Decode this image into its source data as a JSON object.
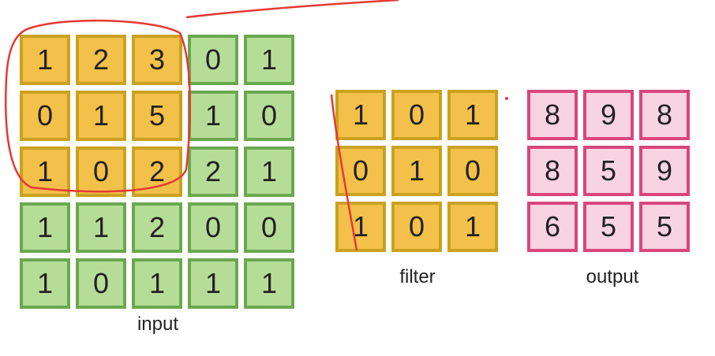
{
  "input": {
    "label": "input",
    "values": [
      [
        1,
        2,
        3,
        0,
        1
      ],
      [
        0,
        1,
        5,
        1,
        0
      ],
      [
        1,
        0,
        2,
        2,
        1
      ],
      [
        1,
        1,
        2,
        0,
        0
      ],
      [
        1,
        0,
        1,
        1,
        1
      ]
    ],
    "highlighted_rows": 3,
    "highlighted_cols": 3
  },
  "filter": {
    "label": "filter",
    "values": [
      [
        1,
        0,
        1
      ],
      [
        0,
        1,
        0
      ],
      [
        1,
        0,
        1
      ]
    ]
  },
  "output": {
    "label": "output",
    "values": [
      [
        8,
        9,
        8
      ],
      [
        8,
        5,
        9
      ],
      [
        6,
        5,
        5
      ]
    ]
  },
  "colors": {
    "highlight_fill": "#f3c04a",
    "highlight_border": "#c9a21f",
    "input_fill": "#b6dd98",
    "input_border": "#6aa84f",
    "output_fill": "#f8d3e1",
    "output_border": "#d9467e",
    "annotation_red": "#e53935"
  }
}
